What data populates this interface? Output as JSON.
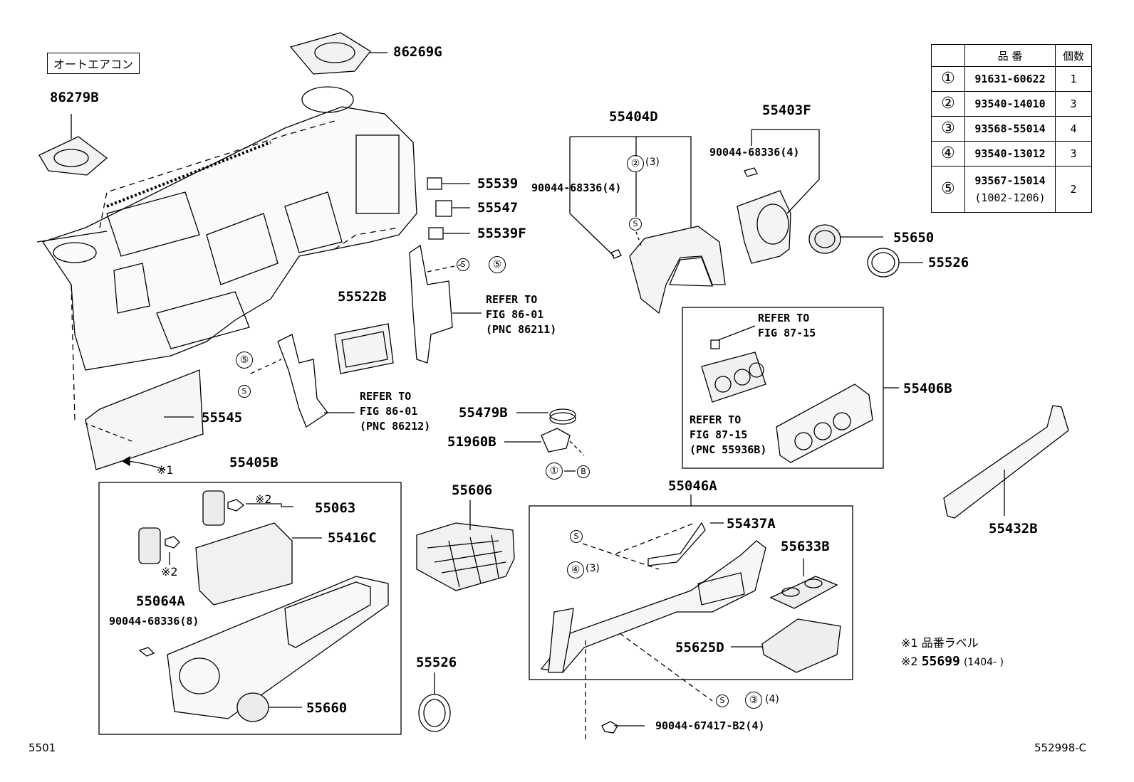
{
  "header_tag": "オートエアコン",
  "legend": {
    "col_pn": "品 番",
    "col_qty": "個数",
    "rows": [
      {
        "key": "①",
        "pn": "91631-60622",
        "qty": "1",
        "note": ""
      },
      {
        "key": "②",
        "pn": "93540-14010",
        "qty": "3",
        "note": ""
      },
      {
        "key": "③",
        "pn": "93568-55014",
        "qty": "4",
        "note": ""
      },
      {
        "key": "④",
        "pn": "93540-13012",
        "qty": "3",
        "note": ""
      },
      {
        "key": "⑤",
        "pn": "93567-15014",
        "qty": "2",
        "note": "(1002-1206)"
      }
    ]
  },
  "parts": {
    "p86269G": "86269G",
    "p86279B": "86279B",
    "p55539": "55539",
    "p55547": "55547",
    "p55539F": "55539F",
    "p55404D": "55404D",
    "p55403F": "55403F",
    "p90044_4a": "90044-68336(4)",
    "p90044_4b": "90044-68336(4)",
    "p55650": "55650",
    "p55526a": "55526",
    "p55522B": "55522B",
    "p55406B": "55406B",
    "p55545": "55545",
    "p55479B": "55479B",
    "p51960B": "51960B",
    "p55405B": "55405B",
    "p55063": "55063",
    "p55416C": "55416C",
    "p55064A": "55064A",
    "p90044_8": "90044-68336(8)",
    "p55660": "55660",
    "p55606": "55606",
    "p55526b": "55526",
    "p55046A": "55046A",
    "p55437A": "55437A",
    "p55633B": "55633B",
    "p55625D": "55625D",
    "p55432B": "55432B",
    "p90044_b2": "90044-67417-B2(4)"
  },
  "refs": {
    "r1": "REFER TO\nFIG 86-01\n(PNC 86211)",
    "r2": "REFER TO\nFIG 86-01\n(PNC 86212)",
    "r3": "REFER TO\nFIG 87-15",
    "r4": "REFER TO\nFIG 87-15\n(PNC 55936B)"
  },
  "callouts": {
    "c2_3": "(3)",
    "c4_3": "(3)",
    "c3_4": "(4)",
    "s": "S",
    "b": "B",
    "n1": "①",
    "n2": "②",
    "n3": "③",
    "n4": "④",
    "n5": "⑤",
    "x1": "※1",
    "x2": "※2"
  },
  "notes": {
    "n1_mark": "※1",
    "n1_text": "品番ラベル",
    "n2_mark": "※2",
    "n2_pn": "55699",
    "n2_text": "(1404-     )"
  },
  "footer": {
    "left": "5501",
    "right": "552998-C"
  }
}
